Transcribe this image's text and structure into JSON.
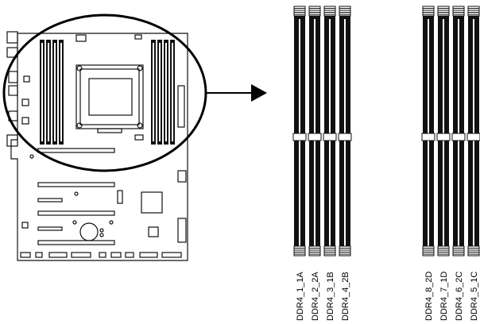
{
  "colors": {
    "ink": "#000000",
    "paper": "#ffffff",
    "board_line": "#111111",
    "slot_fill": "#111111",
    "slot_highlight": "#ffffff"
  },
  "icons": {
    "callout_arrow": "arrow-right-icon",
    "zoom_circle": "magnifier-circle"
  },
  "slot_groups": [
    {
      "name": "left",
      "slots": [
        {
          "label": "DDR4_1_1A"
        },
        {
          "label": "DDR4_2_2A"
        },
        {
          "label": "DDR4_3_1B"
        },
        {
          "label": "DDR4_4_2B"
        }
      ]
    },
    {
      "name": "right",
      "slots": [
        {
          "label": "DDR4_8_2D"
        },
        {
          "label": "DDR4_7_1D"
        },
        {
          "label": "DDR4_6_2C"
        },
        {
          "label": "DDR4_5_1C"
        }
      ]
    }
  ]
}
